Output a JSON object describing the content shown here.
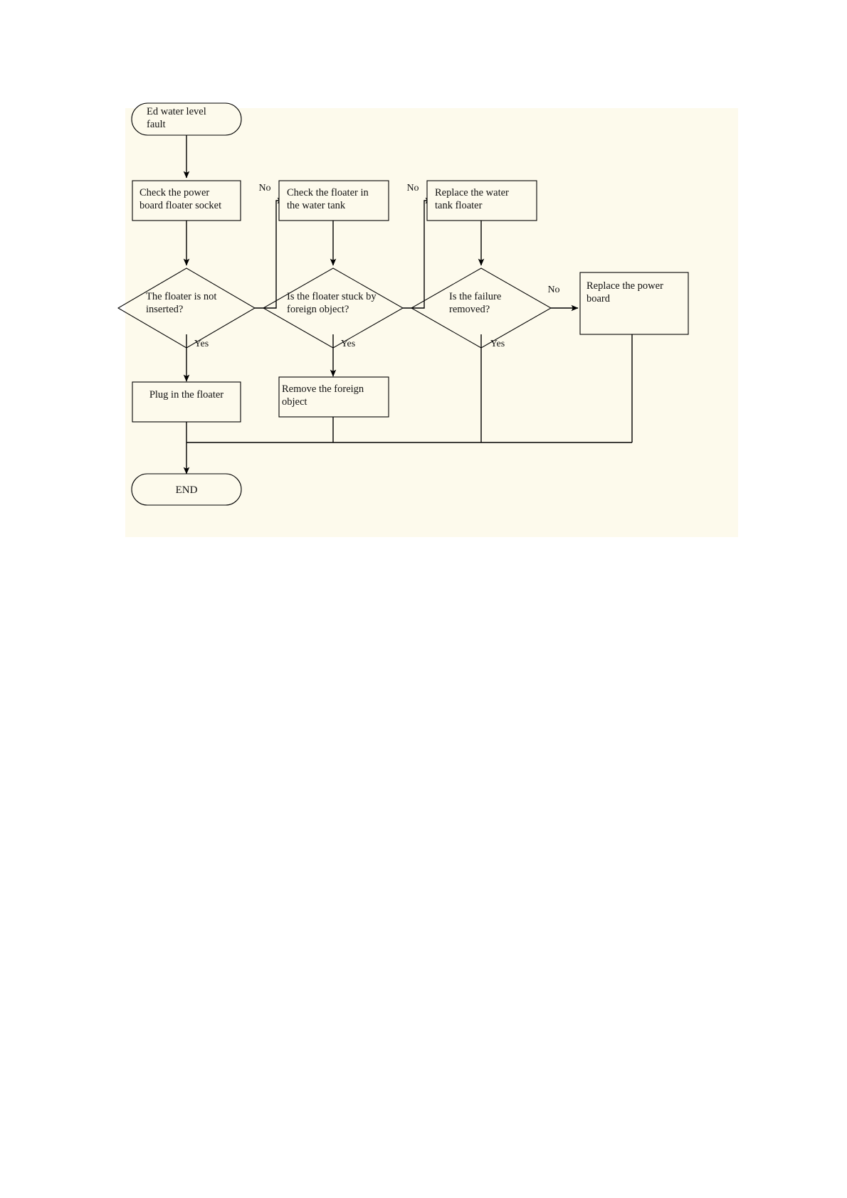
{
  "diagram": {
    "title": "Ed water level fault troubleshooting flowchart",
    "background_color": "#fdfaec",
    "page_color": "#ffffff",
    "line_color": "#000000",
    "text_color": "#111111",
    "nodes": {
      "start": {
        "type": "terminator",
        "label_line1": "Ed water level",
        "label_line2": "fault"
      },
      "check_socket": {
        "type": "process",
        "label_line1": "Check the power",
        "label_line2": "board floater socket"
      },
      "check_tank": {
        "type": "process",
        "label_line1": "Check the floater in",
        "label_line2": "the water tank"
      },
      "replace_floater": {
        "type": "process",
        "label_line1": "Replace the water",
        "label_line2": "tank floater"
      },
      "replace_board": {
        "type": "process",
        "label_line1": "Replace the power",
        "label_line2": "board"
      },
      "decision_not_inserted": {
        "type": "decision",
        "label_line1": "The floater is not",
        "label_line2": "inserted?"
      },
      "decision_stuck": {
        "type": "decision",
        "label_line1": "Is the floater stuck by",
        "label_line2": "foreign object?"
      },
      "decision_failure_removed": {
        "type": "decision",
        "label_line1": "Is the failure",
        "label_line2": "removed?"
      },
      "plug_in": {
        "type": "process",
        "label_line1": "Plug in the floater",
        "label_line2": ""
      },
      "remove_object": {
        "type": "process",
        "label_line1": "Remove the foreign",
        "label_line2": "object"
      },
      "end": {
        "type": "terminator",
        "label_line1": "END",
        "label_line2": ""
      }
    },
    "edge_labels": {
      "no_1": "No",
      "no_2": "No",
      "no_3": "No",
      "yes_1": "Yes",
      "yes_2": "Yes",
      "yes_3": "Yes"
    }
  }
}
